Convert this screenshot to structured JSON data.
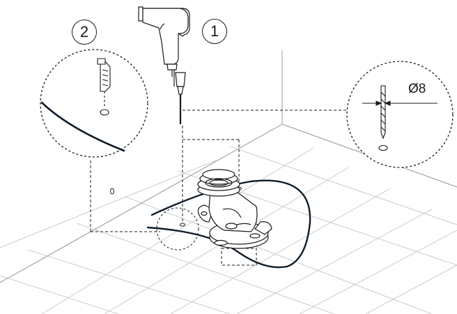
{
  "steps": {
    "step1": "1",
    "step2": "2"
  },
  "drill_bit": {
    "diameter_label": "Ø8"
  },
  "colors": {
    "line": "#1a1a1a",
    "tile_grid": "#bdbdbd",
    "seal_outline": "#0f1e2c",
    "background": "#ffffff"
  },
  "icons": [
    "power-drill-icon",
    "wall-plug-icon",
    "drill-bit-icon",
    "toilet-pan-connector-icon"
  ]
}
